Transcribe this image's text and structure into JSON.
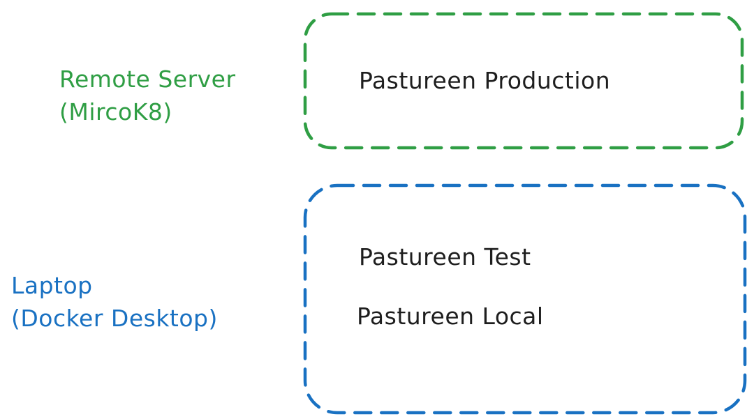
{
  "diagram": {
    "background": "#ffffff",
    "text_color": "#1e1e1e",
    "labels": {
      "remote_server": {
        "line1": "Remote Server",
        "line2": "(MircoK8)",
        "color": "#2f9e44"
      },
      "laptop": {
        "line1": "Laptop",
        "line2": "(Docker Desktop)",
        "color": "#1971c2"
      }
    },
    "boxes": {
      "remote": {
        "border_color": "#2f9e44",
        "border_style": "dashed",
        "items": [
          "Pastureen Production"
        ]
      },
      "laptop": {
        "border_color": "#1971c2",
        "border_style": "dashed",
        "items": [
          "Pastureen Test",
          "Pastureen Local"
        ]
      }
    }
  }
}
